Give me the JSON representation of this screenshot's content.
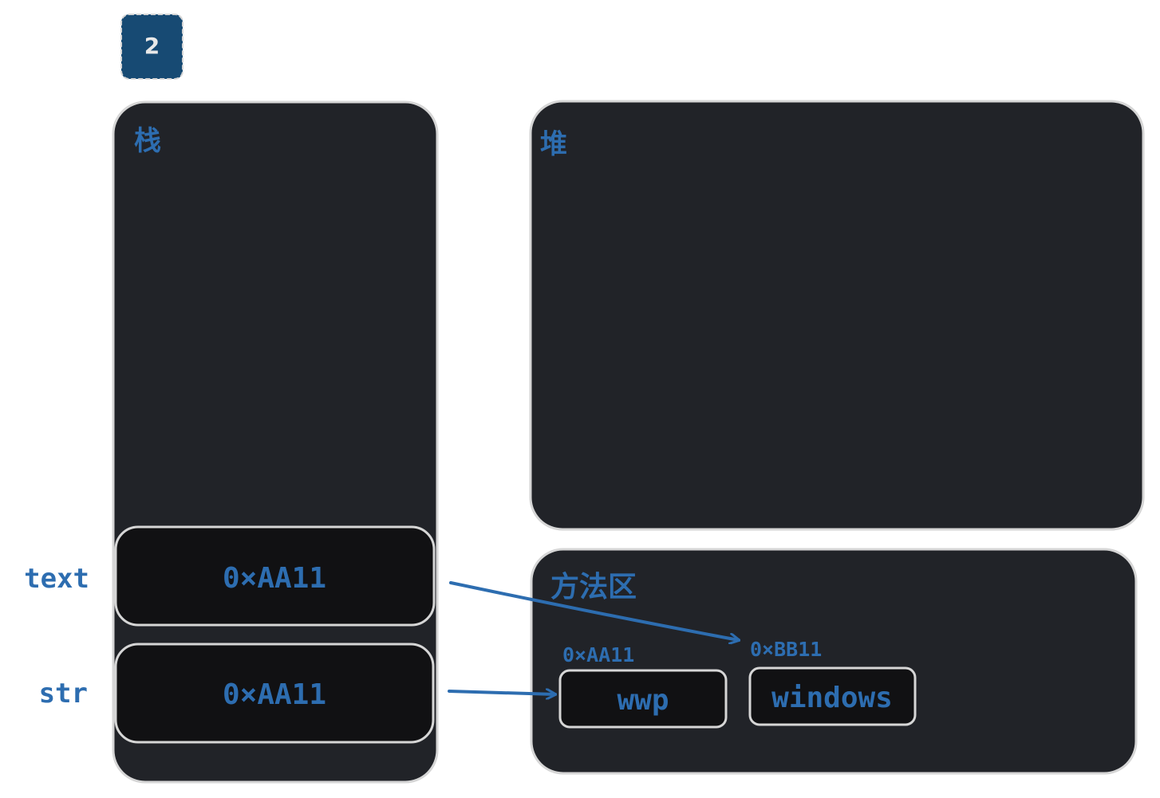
{
  "step_badge": "2",
  "stack": {
    "label": "栈",
    "slots": [
      {
        "var_name": "text",
        "value": "0×AA11"
      },
      {
        "var_name": "str",
        "value": "0×AA11"
      }
    ]
  },
  "heap": {
    "label": "堆"
  },
  "method_area": {
    "label": "方法区",
    "entries": [
      {
        "address": "0×AA11",
        "value": "wwp"
      },
      {
        "address": "0×BB11",
        "value": "windows"
      }
    ]
  },
  "colors": {
    "canvas": "#ffffff",
    "region_fill": "#212328",
    "slot_fill": "#111113",
    "outline": "#d6d6d6",
    "text_blue": "#2d6db0",
    "badge_fill": "#174a73",
    "badge_text": "#e8e8e8"
  }
}
